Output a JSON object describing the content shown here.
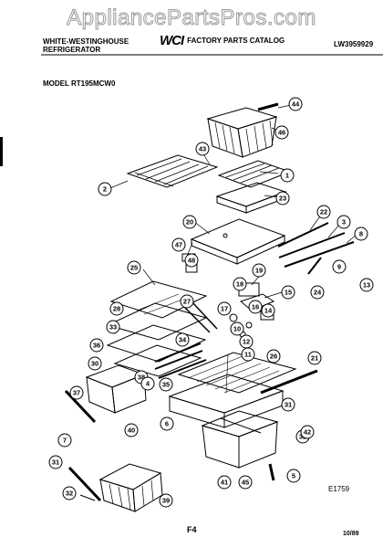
{
  "watermark": "AppliancePartsPros.com",
  "header": {
    "brand_line1": "WHITE-WESTINGHOUSE",
    "brand_line2": "REFRIGERATOR",
    "logo": "WCI",
    "catalog_title": "FACTORY PARTS CATALOG",
    "catalog_code": "LW3959929",
    "model_label": "MODEL RT195MCW0"
  },
  "footer": {
    "diagram_code": "E1759",
    "page": "F4",
    "date": "10/89"
  },
  "callouts": [
    "44",
    "46",
    "43",
    "1",
    "2",
    "23",
    "22",
    "3",
    "8",
    "20",
    "47",
    "48",
    "25",
    "19",
    "18",
    "15",
    "16",
    "9",
    "13",
    "24",
    "28",
    "27",
    "17",
    "14",
    "10",
    "12",
    "33",
    "11",
    "36",
    "34",
    "30",
    "38",
    "26",
    "21",
    "4",
    "35",
    "37",
    "31",
    "7",
    "32",
    "6",
    "40",
    "42",
    "41",
    "45",
    "5",
    "31",
    "32",
    "39"
  ]
}
